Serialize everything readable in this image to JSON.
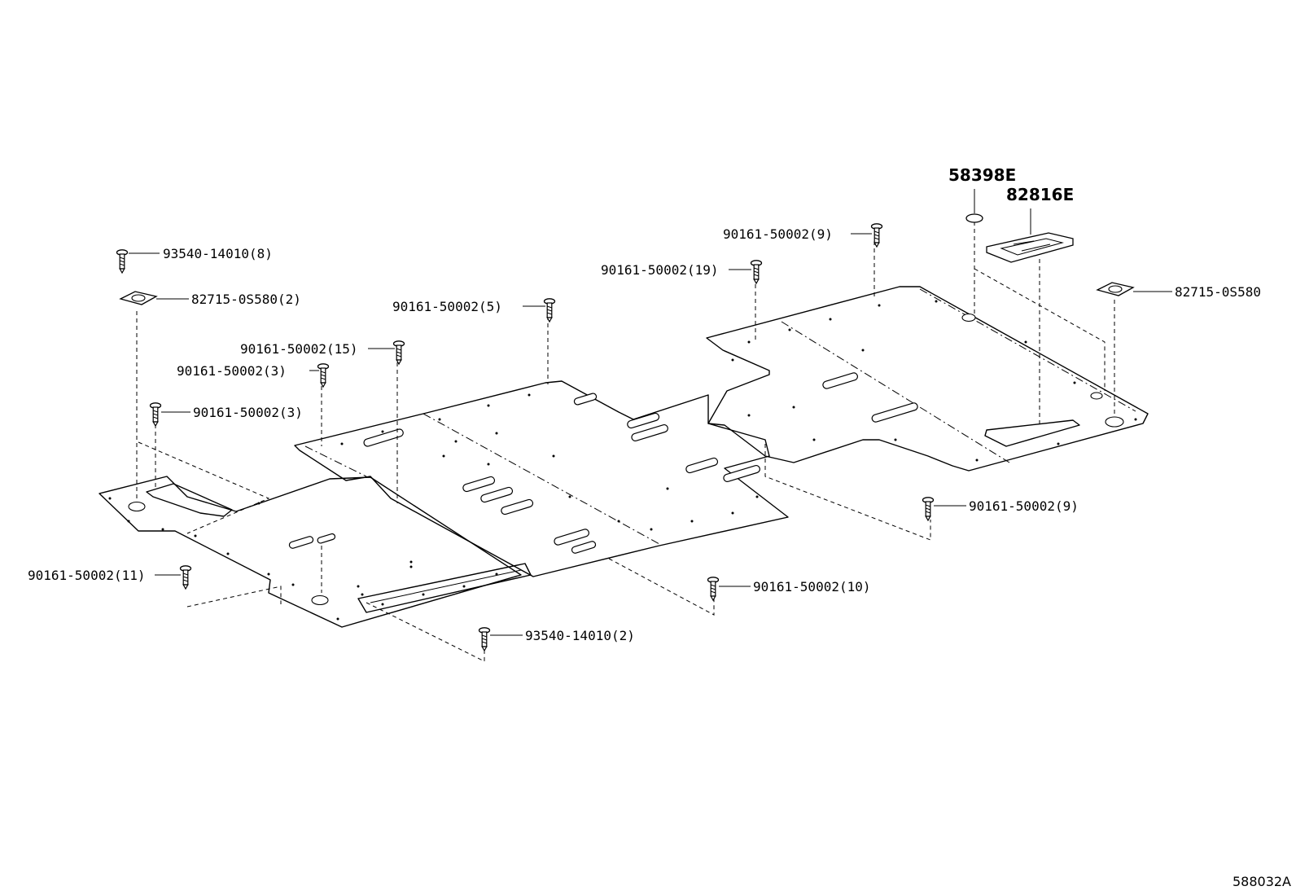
{
  "labels": {
    "l1": "93540-14010(8)",
    "l2": "82715-0S580(2)",
    "l3": "90161-50002(5)",
    "l4": "90161-50002(15)",
    "l5": "90161-50002(3)",
    "l6": "90161-50002(3)",
    "l7": "90161-50002(9)",
    "l8": "90161-50002(19)",
    "l9": "58398E",
    "l10": "82816E",
    "l11": "82715-0S580",
    "l12": "90161-50002(9)",
    "l13": "90161-50002(11)",
    "l14": "90161-50002(10)",
    "l15": "93540-14010(2)"
  },
  "reference": "588032A"
}
